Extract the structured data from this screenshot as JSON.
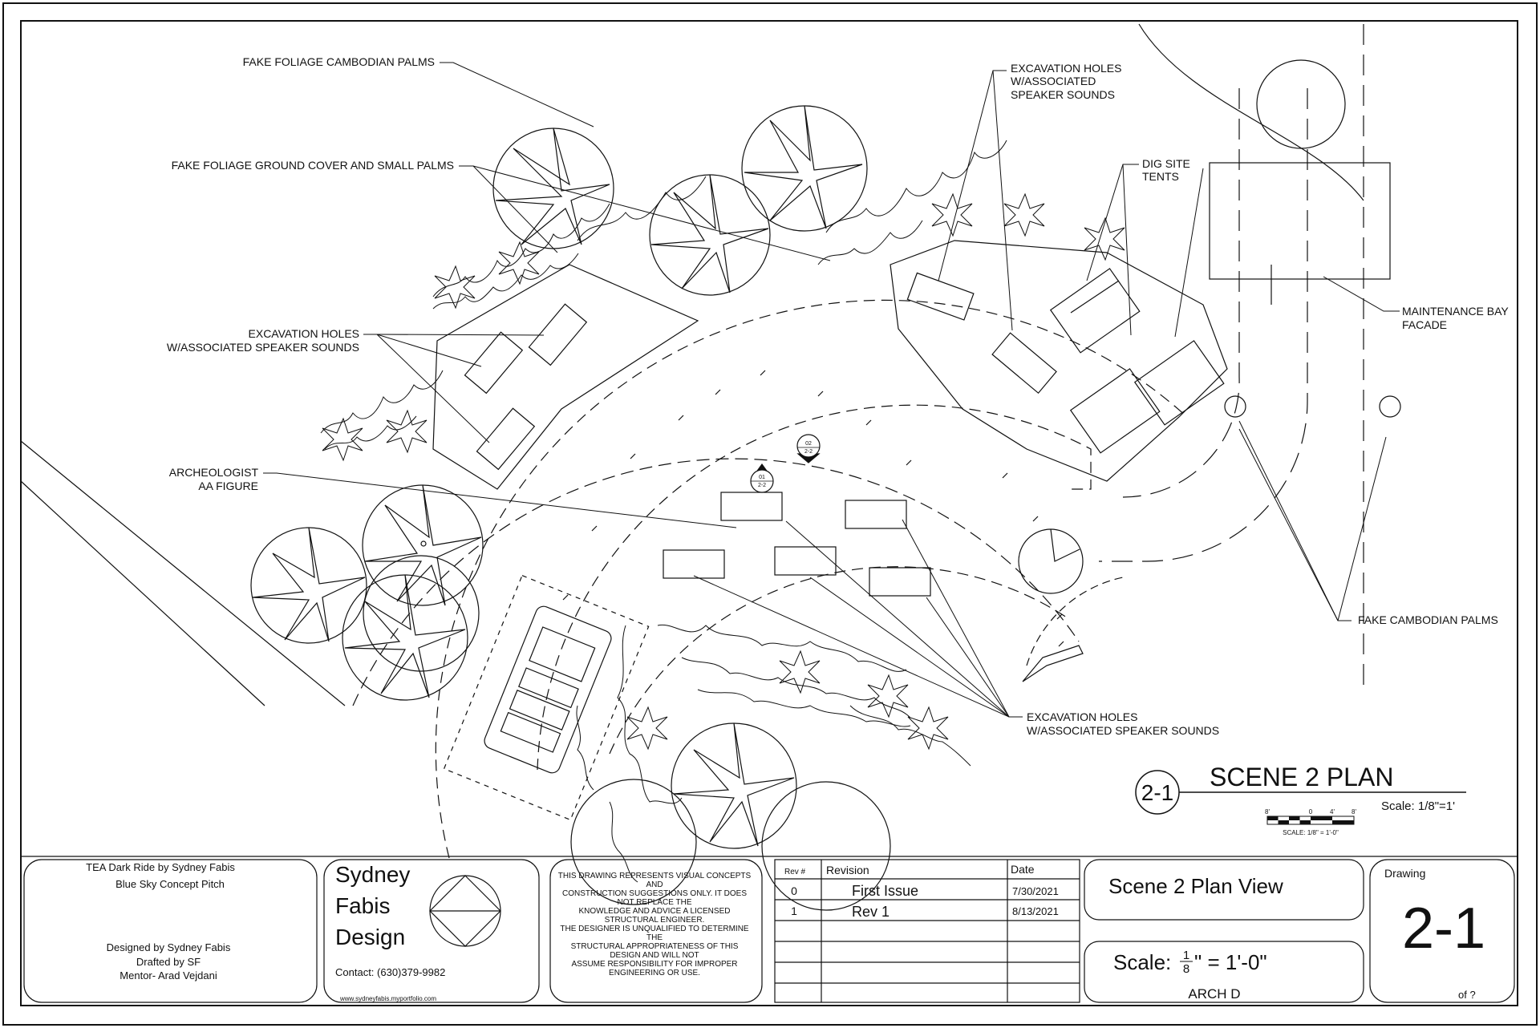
{
  "plan_notes": {
    "cambodian_palms_top": "FAKE FOLIAGE CAMBODIAN PALMS",
    "ground_cover": "FAKE FOLIAGE GROUND COVER AND SMALL PALMS",
    "excavation_left_1": "EXCAVATION HOLES",
    "excavation_left_2": "W/ASSOCIATED SPEAKER SOUNDS",
    "archeologist_1": "ARCHEOLOGIST",
    "archeologist_2": "AA FIGURE",
    "excavation_top_1": "EXCAVATION HOLES",
    "excavation_top_2": "W/ASSOCIATED",
    "excavation_top_3": "SPEAKER SOUNDS",
    "dig_site_1": "DIG SITE",
    "dig_site_2": "TENTS",
    "maintenance_1": "MAINTENANCE BAY",
    "maintenance_2": "FACADE",
    "cambodian_palms_right": "FAKE CAMBODIAN PALMS",
    "excavation_bottom_1": "EXCAVATION HOLES",
    "excavation_bottom_2": "W/ASSOCIATED SPEAKER SOUNDS"
  },
  "section_markers": {
    "marker_01_top": "01",
    "marker_01_bottom": "2-2",
    "marker_02_top": "02",
    "marker_02_bottom": "2-2"
  },
  "view_title": {
    "number": "2-1",
    "title": "SCENE 2 PLAN",
    "scale": "Scale: 1/8\"=1'",
    "scalebar_ticks": [
      "8'",
      "0",
      "4'",
      "8'"
    ],
    "scalebar_caption": "SCALE: 1/8\" = 1'-0\""
  },
  "title_block": {
    "project": {
      "line1": "TEA Dark Ride by Sydney Fabis",
      "line2": "Blue Sky Concept Pitch",
      "designed": "Designed by Sydney Fabis",
      "drafted": "Drafted by SF",
      "mentor": "Mentor- Arad Vejdani"
    },
    "firm": {
      "name1": "Sydney",
      "name2": "Fabis",
      "name3": "Design",
      "contact": "Contact: (630)379-9982",
      "web": "www.sydneyfabis.myportfolio.com"
    },
    "disclaimer": [
      "THIS DRAWING REPRESENTS VISUAL CONCEPTS",
      "AND",
      "CONSTRUCTION SUGGESTIONS ONLY. IT DOES",
      "NOT REPLACE THE",
      "KNOWLEDGE AND ADVICE A LICENSED",
      "STRUCTURAL ENGINEER.",
      "THE DESIGNER IS UNQUALIFIED TO DETERMINE",
      "THE",
      "STRUCTURAL APPROPRIATENESS OF THIS",
      "DESIGN AND WILL NOT",
      "ASSUME RESPONSIBILITY FOR IMPROPER",
      "ENGINEERING OR USE."
    ],
    "revisions": {
      "headers": [
        "Rev #",
        "Revision",
        "Date"
      ],
      "rows": [
        [
          "0",
          "First Issue",
          "7/30/2021"
        ],
        [
          "1",
          "Rev 1",
          "8/13/2021"
        ]
      ]
    },
    "sheet_title": "Scene 2 Plan View",
    "sheet_scale_prefix": "Scale:",
    "sheet_scale_num": "1",
    "sheet_scale_den": "8",
    "sheet_scale_suffix": "\" = 1'-0\"",
    "paper_size": "ARCH D",
    "drawing_label": "Drawing",
    "drawing_number": "2-1",
    "of_label": "of ?"
  }
}
